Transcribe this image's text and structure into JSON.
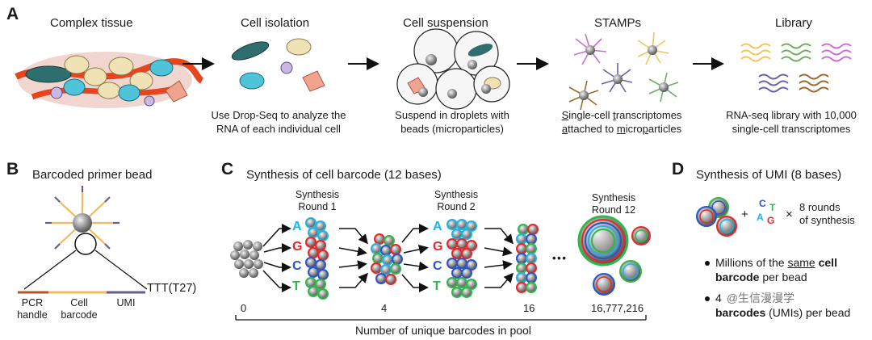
{
  "panelA": {
    "letter": "A",
    "steps": [
      {
        "title": "Complex tissue",
        "caption": ""
      },
      {
        "title": "Cell isolation",
        "caption_l1": "Use Drop-Seq to analyze the",
        "caption_l2": "RNA of each individual cell"
      },
      {
        "title": "Cell suspension",
        "caption_l1": "Suspend in droplets with",
        "caption_l2": "beads (microparticles)"
      },
      {
        "title": "STAMPs",
        "caption_l1a": "S",
        "caption_l1b": "ingle-cell ",
        "caption_l1c": "t",
        "caption_l1d": "ranscriptomes",
        "caption_l2a": "a",
        "caption_l2b": "ttached to ",
        "caption_l2c": "m",
        "caption_l2d": "icro",
        "caption_l2e": "p",
        "caption_l2f": "articles"
      },
      {
        "title": "Library",
        "caption_l1": "RNA-seq library with 10,000",
        "caption_l2": "single-cell transcriptomes"
      }
    ]
  },
  "panelB": {
    "letter": "B",
    "title": "Barcoded primer bead",
    "tail": "TTT(T27)",
    "segments": [
      {
        "label_l1": "PCR",
        "label_l2": "handle",
        "color": "#b5532a"
      },
      {
        "label_l1": "Cell",
        "label_l2": "barcode",
        "color": "#f4b860"
      },
      {
        "label_l1": "UMI",
        "label_l2": "",
        "color": "#6a5a8e"
      }
    ]
  },
  "panelC": {
    "letter": "C",
    "title": "Synthesis of cell barcode (12 bases)",
    "round1": "Synthesis\nRound 1",
    "round1_l1": "Synthesis",
    "round1_l2": "Round 1",
    "round2_l1": "Synthesis",
    "round2_l2": "Round 2",
    "round12_l1": "Synthesis",
    "round12_l2": "Round 12",
    "bases": [
      "A",
      "G",
      "C",
      "T"
    ],
    "base_colors": {
      "A": "#1fb3e6",
      "G": "#e8262a",
      "C": "#2a55c9",
      "T": "#2fb84a"
    },
    "ellipsis": "• • •",
    "counts": [
      "0",
      "4",
      "16",
      "16,777,216"
    ],
    "axis_label": "Number of unique barcodes in pool"
  },
  "panelD": {
    "letter": "D",
    "title": "Synthesis of UMI (8 bases)",
    "plus": "+",
    "times": "×",
    "rounds_l1": "8 rounds",
    "rounds_l2": "of synthesis",
    "bullet1_a": "Millions of the ",
    "bullet1_b": "same",
    "bullet1_c": " cell",
    "bullet1_d": "barcode",
    "bullet1_e": " per bead",
    "bullet2_a": "4",
    "bullet2_b": "barcodes",
    "bullet2_c": " (UMIs) per bead",
    "watermark": "@生信漫漫学"
  }
}
